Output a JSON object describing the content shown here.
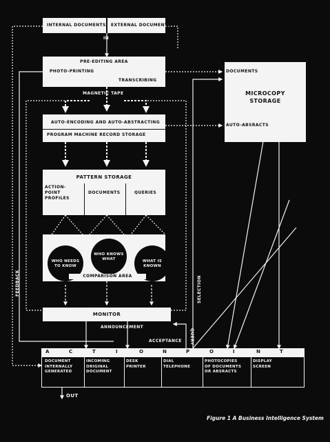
{
  "inputs": {
    "internal": "INTERNAL DOCUMENTS",
    "external": "EXTERNAL DOCUMENTS",
    "in": "IN"
  },
  "pre_editing": {
    "title": "PRE-EDITING AREA",
    "photo_printing": "PHOTO-PRINTING",
    "transcribing": "TRANSCRIBING"
  },
  "magnetic_tape": "MAGNETIC TAPE",
  "encoding": {
    "top": "AUTO-ENCODING AND AUTO-ABSTRACTING",
    "bottom": "PROGRAM MACHINE RECORD STORAGE"
  },
  "microcopy": {
    "documents": "DOCUMENTS",
    "title": "MICROCOPY\nSTORAGE",
    "abstracts": "AUTO-ABSRACTS"
  },
  "pattern": {
    "title": "PATTERN STORAGE",
    "profiles": "ACTION-\nPOINT\nPROFILES",
    "documents": "DOCUMENTS",
    "queries": "QUERIES"
  },
  "comparison": {
    "who_needs": "WHO NEEDS\nTO KNOW",
    "who_knows": "WHO KNOWS\nWHAT",
    "what_known": "WHAT IS\nKNOWN",
    "title": "COMPARISON AREA"
  },
  "monitor": "MONITOR",
  "side_labels": {
    "feedback": "FEEDBACK",
    "selection": "SELECTION",
    "query": "QUERY",
    "announcement": "ANNOUNCEMENT",
    "acceptance": "ACCEPTANCE"
  },
  "action_point": {
    "letters": [
      "A",
      "C",
      "T",
      "I",
      "O",
      "N",
      "P",
      "O",
      "I",
      "N",
      "T"
    ],
    "cells": [
      "DOCUMENT\nINTERNALLY\nGENERATED",
      "INCOMING\nORIGINAL\nDOCUMENT",
      "DESK\nPRINTER",
      "DIAL\nTELEPHONE",
      "PHOTOCOPIES\nOF DOCUMENTS\nOR ABSRACTS",
      "DISPLAY\nSCREEN"
    ]
  },
  "out": "OUT",
  "caption": "Figure 1   A Business Intelligence System"
}
